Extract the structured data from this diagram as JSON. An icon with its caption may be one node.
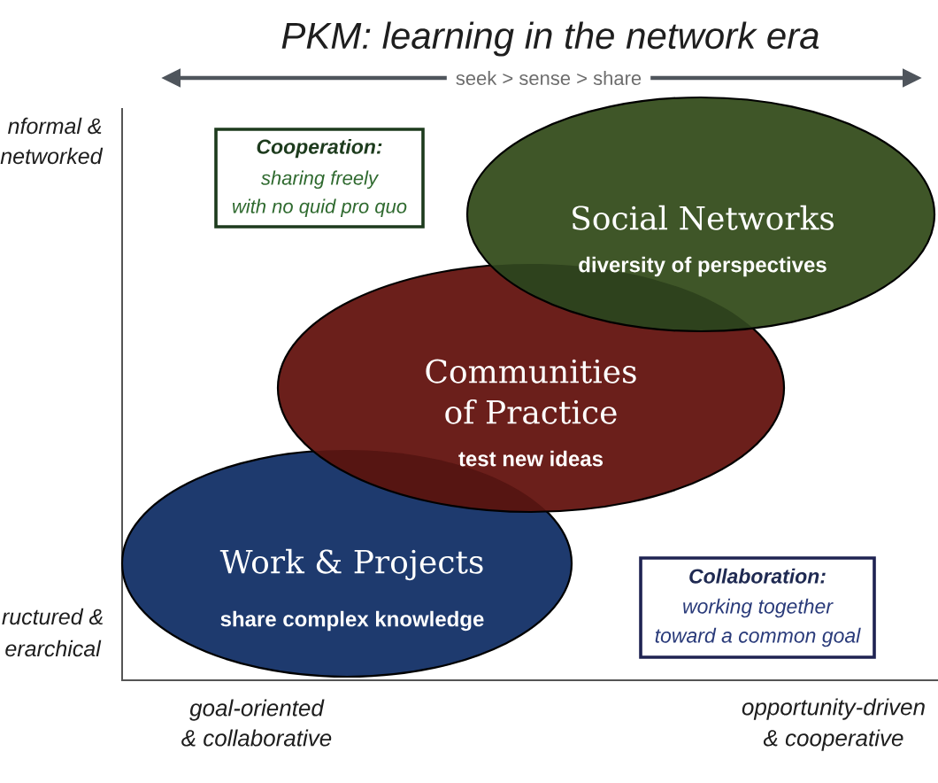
{
  "diagram": {
    "title": "PKM: learning in the network era",
    "nodes": [
      {
        "text": [
          "Cooperation:",
          "sharing freely with no quid pro quo"
        ]
      },
      {
        "text": [
          "Social Networks",
          "diversity of perspectives"
        ]
      },
      {
        "text": [
          "Communities of Practice",
          "test new ideas"
        ]
      },
      {
        "text": [
          "Work & Projects",
          "share complex knowledge"
        ]
      },
      {
        "text": [
          "Collaboration:",
          "working together toward a common goal"
        ]
      }
    ],
    "labels": [
      "seek > sense > share",
      "nformal & networked",
      "ructured & erarchical",
      "goal-oriented & collaborative",
      "opportunity-driven & cooperative"
    ]
  }
}
